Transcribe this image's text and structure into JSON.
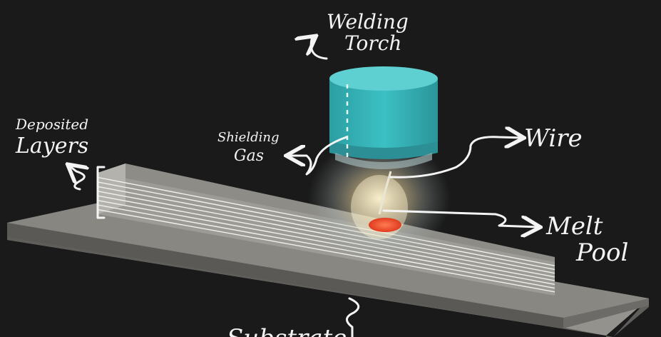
{
  "labels": {
    "welding_torch": [
      "Welding",
      "Torch"
    ],
    "deposited_layers": [
      "Deposited",
      "Layers"
    ],
    "shielding_gas": [
      "Shielding",
      "Gas"
    ],
    "wire": "Wire",
    "melt_pool": [
      "Melt",
      "Pool"
    ],
    "substrate": "Substrate"
  },
  "colors": {
    "background": "#1a1a1a",
    "torch": "#33b2b6",
    "torch_top": "#5fd0d2",
    "substrate": "#8c8c88",
    "layers": "#a3a39e",
    "melt_pool": "#ff5a35",
    "annotation": "#f4f4f4"
  },
  "deposit": {
    "layer_count": 9
  },
  "icons": [
    "arrow-icon",
    "brace-icon",
    "gas-plume"
  ]
}
